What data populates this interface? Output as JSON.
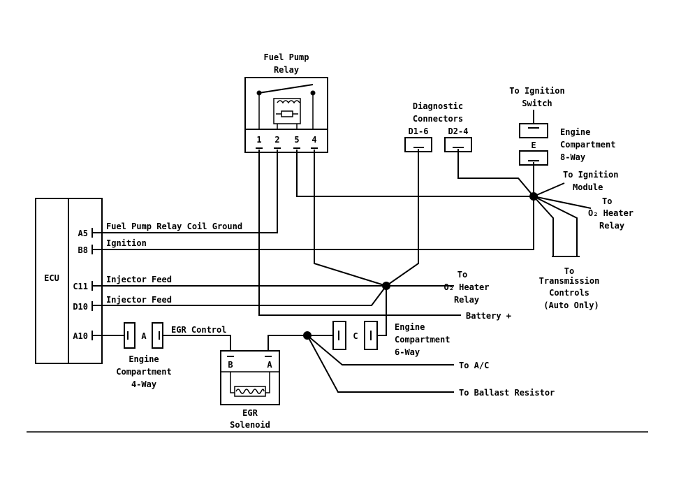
{
  "relay": {
    "title_1": "Fuel Pump",
    "title_2": "Relay",
    "pin_1": "1",
    "pin_2": "2",
    "pin_5": "5",
    "pin_4": "4"
  },
  "diag": {
    "title_1": "Diagnostic",
    "title_2": "Connectors",
    "conn_1": "D1-6",
    "conn_2": "D2-4"
  },
  "ignition_switch": {
    "line_1": "To Ignition",
    "line_2": "Switch"
  },
  "eng_comp_8way": {
    "connector": "E",
    "line_1": "Engine",
    "line_2": "Compartment",
    "line_3": "8-Way"
  },
  "ign_module": {
    "line_1": "To Ignition",
    "line_2": "Module"
  },
  "o2_heater_top": {
    "line_1": "To",
    "line_2": "O₂ Heater",
    "line_3": "Relay"
  },
  "transmission": {
    "line_1": "To",
    "line_2": "Transmission",
    "line_3": "Controls",
    "line_4": "(Auto Only)"
  },
  "ecu": {
    "label": "ECU",
    "pins": [
      "A5",
      "B8",
      "C11",
      "D10",
      "A10"
    ]
  },
  "signals": {
    "fuel_pump_ground": "Fuel Pump Relay Coil Ground",
    "ignition": "Ignition",
    "injector_1": "Injector Feed",
    "injector_2": "Injector Feed",
    "egr_control": "EGR Control",
    "battery": "Battery +"
  },
  "o2_heater_mid": {
    "line_1": "To",
    "line_2": "O₂ Heater",
    "line_3": "Relay"
  },
  "conn_a": {
    "label": "A",
    "line_1": "Engine",
    "line_2": "Compartment",
    "line_3": "4-Way"
  },
  "conn_c": {
    "label": "C",
    "line_1": "Engine",
    "line_2": "Compartment",
    "line_3": "6-Way"
  },
  "egr": {
    "pin_b": "B",
    "pin_a": "A",
    "line_1": "EGR",
    "line_2": "Solenoid"
  },
  "to_ac": "To A/C",
  "to_ballast": "To Ballast Resistor"
}
